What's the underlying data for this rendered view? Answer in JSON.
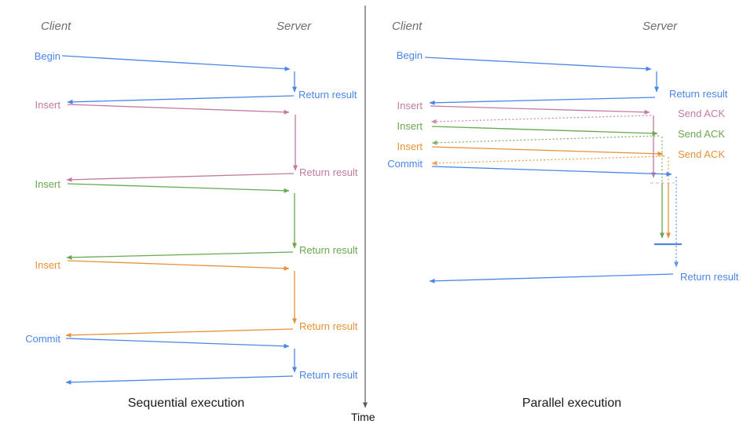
{
  "colors": {
    "blue": "#4a86e8",
    "pink": "#c27ba0",
    "green": "#6aa84f",
    "orange": "#e69138",
    "axis": "#595959",
    "header": "#6e6e6e",
    "caption": "#1a1a1a",
    "time": "#111111"
  },
  "sequential": {
    "client_header": "Client",
    "server_header": "Server",
    "caption": "Sequential execution",
    "ops": [
      {
        "label": "Begin",
        "result": "Return result"
      },
      {
        "label": "Insert",
        "result": "Return result"
      },
      {
        "label": "Insert",
        "result": "Return result"
      },
      {
        "label": "Insert",
        "result": "Return result"
      },
      {
        "label": "Commit",
        "result": "Return result"
      }
    ]
  },
  "parallel": {
    "client_header": "Client",
    "server_header": "Server",
    "caption": "Parallel execution",
    "ops": [
      {
        "label": "Begin",
        "result": "Return result"
      },
      {
        "label": "Insert",
        "result": "Send ACK"
      },
      {
        "label": "Insert",
        "result": "Send ACK"
      },
      {
        "label": "Insert",
        "result": "Send ACK"
      },
      {
        "label": "Commit",
        "result": "Return result"
      }
    ]
  },
  "time_axis": {
    "label": "Time"
  }
}
